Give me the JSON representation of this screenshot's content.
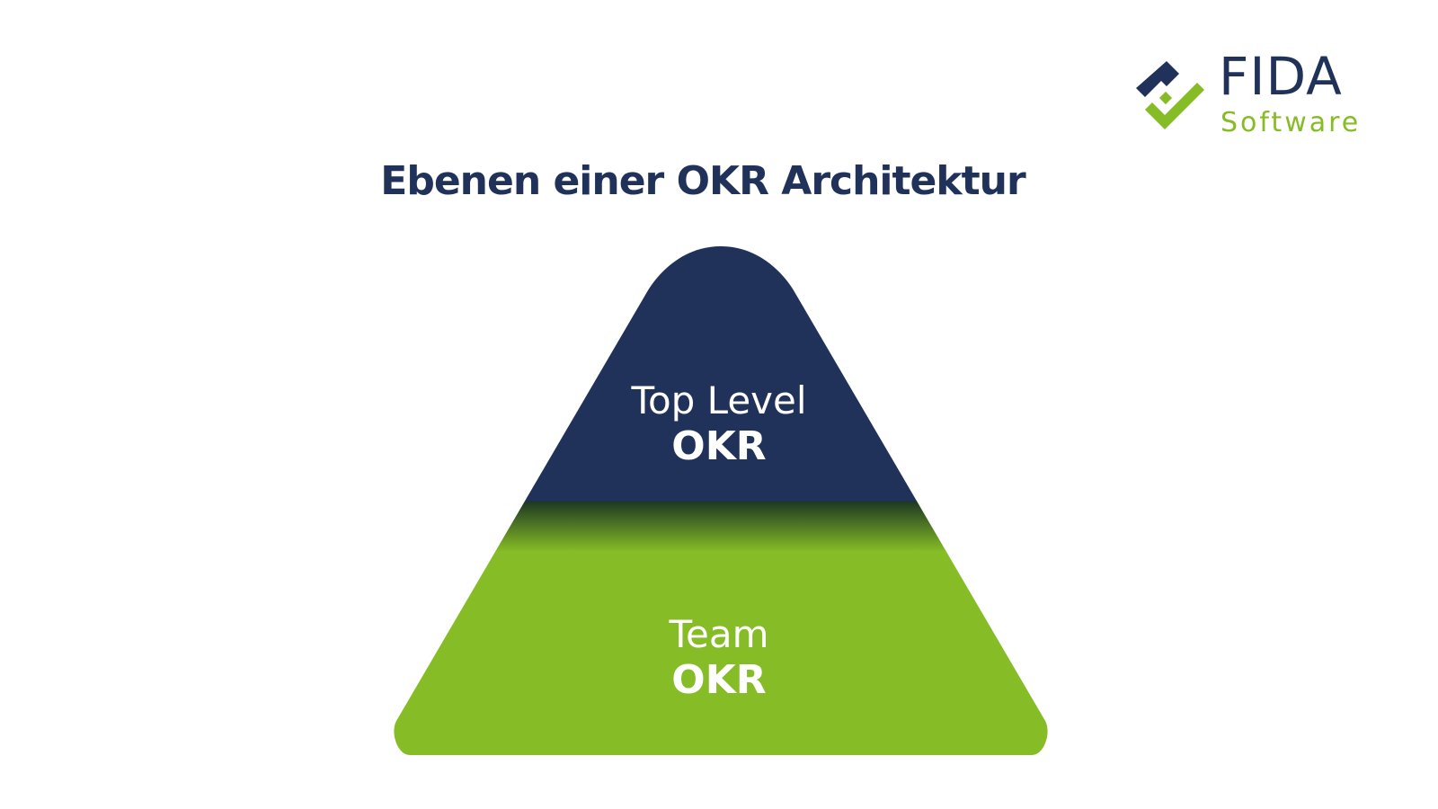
{
  "title": "Ebenen einer OKR Architektur",
  "logo": {
    "name": "FIDA",
    "sub": "Software",
    "mark_icon": "fida-checkmark-logo"
  },
  "pyramid": {
    "levels": [
      {
        "name": "Top Level",
        "tag": "OKR",
        "color": "#203259"
      },
      {
        "name": "Team",
        "tag": "OKR",
        "color": "#86bc25"
      }
    ]
  },
  "colors": {
    "navy": "#203259",
    "green": "#86bc25",
    "background": "#ffffff"
  }
}
